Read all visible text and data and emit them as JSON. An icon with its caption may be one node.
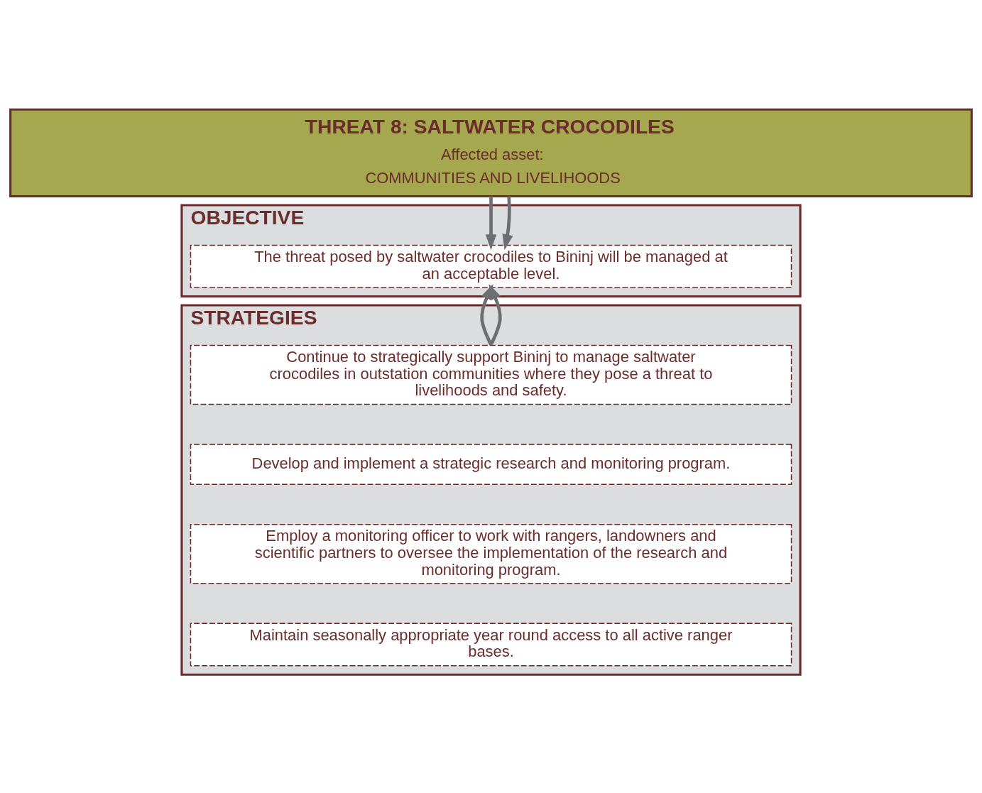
{
  "diagram": {
    "nodes": [
      {
        "text": [
          "THREAT 8: SALTWATER CROCODILES",
          "Affected asset:",
          "COMMUNITIES AND LIVELIHOODS"
        ]
      },
      {
        "text": [
          "OBJECTIVE"
        ]
      },
      {
        "text": [
          "The threat posed by saltwater crocodiles to Bininj will be managed at an acceptable level."
        ],
        "in": 1
      },
      {
        "text": [
          "STRATEGIES"
        ]
      },
      {
        "text": [
          "Continue to strategically support Bininj to manage saltwater crocodiles in outstation communities where they pose a threat to livelihoods and safety."
        ],
        "in": 3
      },
      {
        "text": [
          "Develop and implement a strategic research and monitoring program."
        ],
        "in": 3
      },
      {
        "text": [
          "Employ a monitoring officer to work with rangers, landowners and scientific partners to oversee the implementation of the research and monitoring program."
        ],
        "in": 3
      },
      {
        "text": [
          "Maintain seasonally appropriate year round access to all active ranger bases."
        ],
        "in": 3
      }
    ],
    "edges": [
      {
        "from": 0,
        "to": 2,
        "arrow": "to"
      },
      {
        "from": 0,
        "to": 2,
        "arrow": "to"
      },
      {
        "from": 4,
        "to": 2,
        "arrow": "to"
      },
      {
        "from": 4,
        "to": 2,
        "arrow": "to"
      }
    ]
  }
}
